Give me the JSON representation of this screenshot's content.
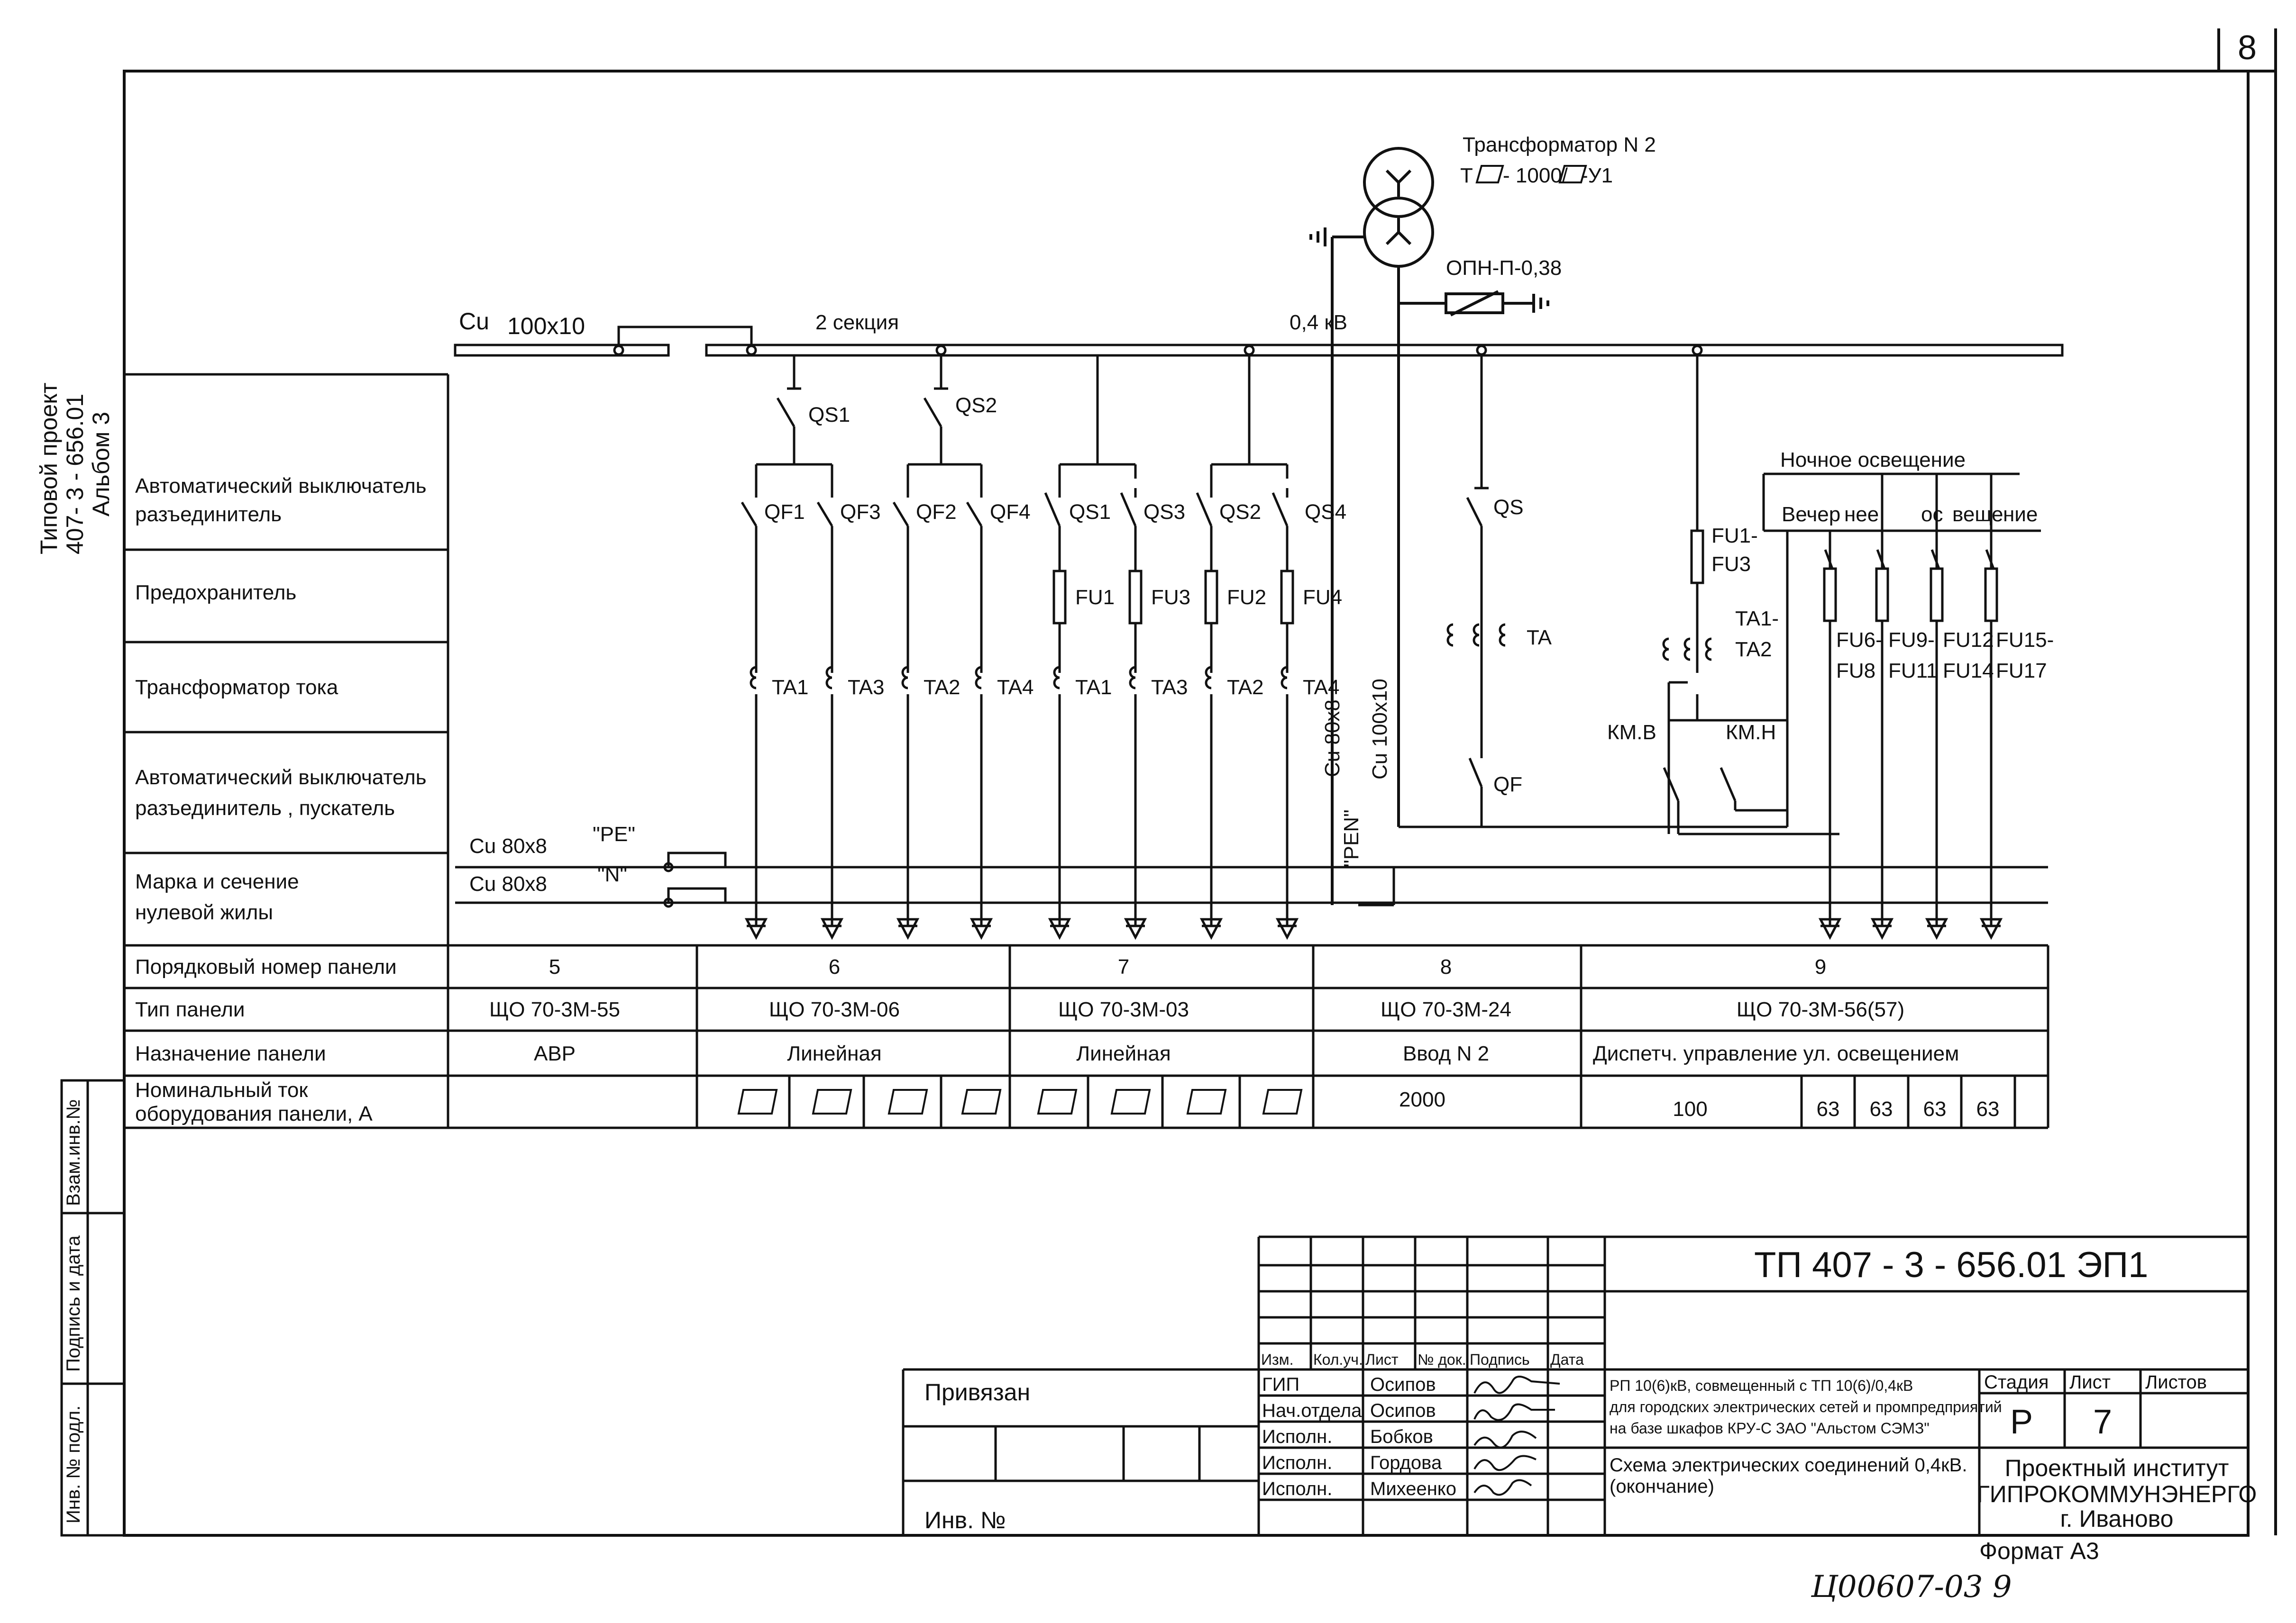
{
  "sheet_number": "8",
  "side_stamp": {
    "line1": "Типовой проект",
    "line2": "407- 3 - 656.01",
    "line3": "Альбом 3"
  },
  "left_boxes": [
    "Взам.инв.№",
    "Подпись и дата",
    "Инв. № подл."
  ],
  "bus": {
    "material": "Cu",
    "size": "100x10",
    "section": "2 секция",
    "voltage": "0,4 кВ"
  },
  "transformer": {
    "line1": "Трансформатор N   2",
    "line2_prefix": "Т",
    "line2_mid": "- 1000/",
    "line2_suffix": "-У1",
    "surge_arrester": "ОПН-П-0,38"
  },
  "row_labels": [
    "Автоматический выключатель разъединитель",
    "Предохранитель",
    "Трансформатор тока",
    "Автоматический выключатель разъединитель , пускатель",
    "Марка и сечение нулевой жилы"
  ],
  "row_labels_lines": {
    "r1a": "Автоматический выключатель",
    "r1b": "разъединитель",
    "r2": "Предохранитель",
    "r3": "Трансформатор тока",
    "r4a": "Автоматический выключатель",
    "r4b": "разъединитель    , пускатель",
    "r5a": "Марка и сечение",
    "r5b": "нулевой жилы"
  },
  "neutral": {
    "pe_size": "Cu 80x8",
    "pe_label": "\"PE\"",
    "n_size": "Cu 80x8",
    "n_label": "\"N\"",
    "pen_label": "\"PEN\"",
    "pen_size": "Cu 80x8",
    "vertical_bus": "Cu 100x10"
  },
  "devices": {
    "qs_top": [
      "QS1",
      "QS2"
    ],
    "breakers_6": [
      "QF1",
      "QF3",
      "QF2",
      "QF4"
    ],
    "switches_7": [
      "QS1",
      "QS3",
      "QS2",
      "QS4"
    ],
    "fuses_7": [
      "FU1",
      "FU3",
      "FU2",
      "FU4"
    ],
    "ct_6": [
      "TA1",
      "TA3",
      "TA2",
      "TA4"
    ],
    "ct_7": [
      "TA1",
      "TA3",
      "TA2",
      "TA4"
    ],
    "input_qs": "QS",
    "input_ta": "TA",
    "input_qf": "QF",
    "p9_fuse_a": "FU1-",
    "p9_fuse_b": "FU3",
    "p9_ta_a": "TA1-",
    "p9_ta_b": "TA2",
    "kmv": "КМ.В",
    "kmn": "КМ.Н",
    "night": "Ночное освещение",
    "evening_parts": [
      "Вечер",
      "нее",
      "ос",
      "веще",
      "ние"
    ],
    "fu_groups_a": [
      "FU6-",
      "FU9-",
      "FU12",
      "FU15-"
    ],
    "fu_groups_b": [
      "FU8",
      "FU11",
      "FU14",
      "FU17"
    ]
  },
  "table": {
    "headers": [
      "Порядковый номер панели",
      "Тип панели",
      "Назначение панели",
      "Номинальный ток",
      "оборудования панели, А"
    ],
    "panels": [
      {
        "number": "5",
        "type": "ЩО 70-3М-55",
        "purpose": "АВР",
        "current": []
      },
      {
        "number": "6",
        "type": "ЩО 70-3М-06",
        "purpose": "Линейная",
        "current": []
      },
      {
        "number": "7",
        "type": "ЩО 70-3М-03",
        "purpose": "Линейная",
        "current": []
      },
      {
        "number": "8",
        "type": "ЩО 70-3М-24",
        "purpose": "Ввод N  2",
        "current": [
          "2000"
        ]
      },
      {
        "number": "9",
        "type": "ЩО 70-3М-56(57)",
        "purpose": "Диспетч. управление ул. освещением",
        "current": [
          "100",
          "63",
          "63",
          "63",
          "63"
        ]
      }
    ]
  },
  "title_block": {
    "code": "ТП 407 - 3 - 656.01     ЭП1",
    "privyazan": "Привязан",
    "inv": "Инв. №",
    "col_heads": [
      "Изм.",
      "Кол.уч.",
      "Лист",
      "№ док.",
      "Подпись",
      "Дата"
    ],
    "roles": [
      "ГИП",
      "Нач.отдела",
      "Исполн.",
      "Исполн.",
      "Исполн."
    ],
    "names": [
      "Осипов",
      "Осипов",
      "Бобков",
      "Гордова",
      "Михеенко"
    ],
    "desc1": "РП 10(6)кВ, совмещенный с ТП 10(6)/0,4кВ",
    "desc2": "для городских электрических сетей и промпредприятий",
    "desc3": "на базе шкафов КРУ-С ЗАО \"Альстом СЭМЗ\"",
    "scheme1": "Схема  электрических соединений 0,4кВ.",
    "scheme2": "(окончание)",
    "stage_head": "Стадия",
    "sheet_head": "Лист",
    "sheets_head": "Листов",
    "stage": "Р",
    "sheet": "7",
    "org1": "Проектный институт",
    "org2": "ГИПРОКОММУНЭНЕРГО",
    "org3": "г. Иваново",
    "format": "Формат А3",
    "handwritten": "Ц00607-03    9"
  }
}
